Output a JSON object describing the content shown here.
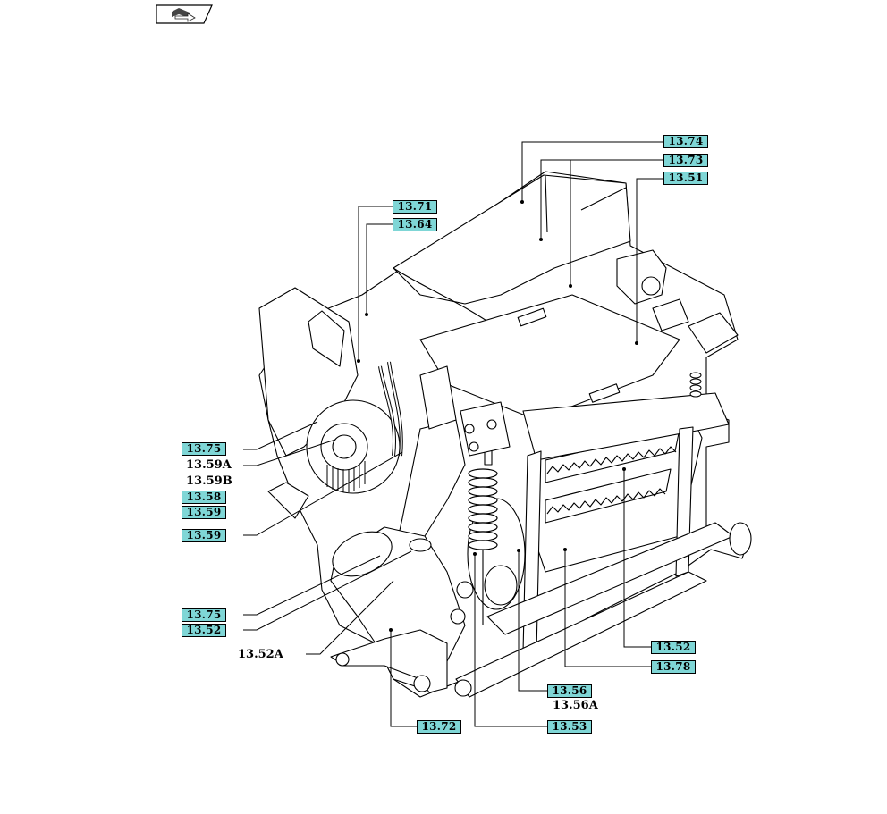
{
  "nav": {
    "icon": "book-arrow-icon"
  },
  "callouts": {
    "c1374": "13.74",
    "c1373": "13.73",
    "c1351": "13.51",
    "c1371": "13.71",
    "c1364": "13.64",
    "c1375a": "13.75",
    "t1359a": "13.59A",
    "t1359b": "13.59B",
    "c1358": "13.58",
    "c1359a": "13.59",
    "c1359b": "13.59",
    "c1375b": "13.75",
    "c1352a": "13.52",
    "t1352a": "13.52A",
    "c1352b": "13.52",
    "c1378": "13.78",
    "c1356": "13.56",
    "t1356a": "13.56A",
    "c1372": "13.72",
    "c1353": "13.53"
  },
  "colors": {
    "callout_fill": "#7fd6d6",
    "line": "#000000"
  }
}
